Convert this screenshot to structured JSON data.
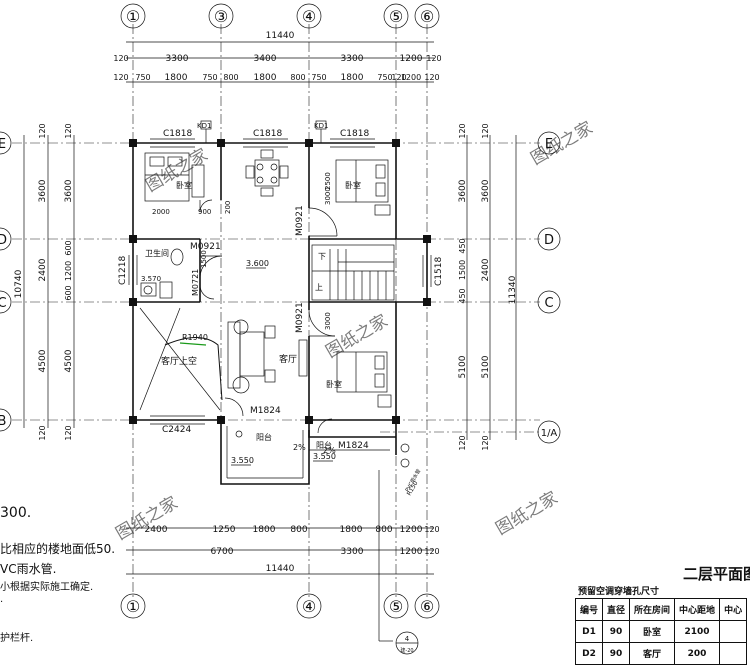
{
  "axes": {
    "top": [
      "①",
      "③",
      "④",
      "⑤",
      "⑥"
    ],
    "bottom": [
      "①",
      "④",
      "⑤",
      "⑥"
    ],
    "left": [
      "E",
      "D",
      "C",
      "B"
    ],
    "right": [
      "E",
      "D",
      "C",
      "1/A"
    ]
  },
  "top_dims": {
    "overall": "11440",
    "row1": [
      "120",
      "3300",
      "3400",
      "3300",
      "1200",
      "120"
    ],
    "row2": [
      "120",
      "750",
      "1800",
      "750",
      "800",
      "1800",
      "800",
      "750",
      "1800",
      "750",
      "120",
      "1200",
      "120"
    ]
  },
  "bottom_dims": {
    "overall": "11440",
    "row1": [
      "2400",
      "1250",
      "1800",
      "800",
      "1800",
      "800",
      "1200",
      "120"
    ],
    "row2": [
      "6700",
      "3300",
      "1200",
      "120"
    ]
  },
  "left_dims": {
    "overall": "10740",
    "outer": [
      "120",
      "3600",
      "2400",
      "4500",
      "120"
    ],
    "inner": [
      "120",
      "3600",
      "600",
      "1200",
      "600",
      "4500",
      "120"
    ]
  },
  "right_dims": {
    "overall": "11340",
    "outer": [
      "120",
      "3600",
      "2400",
      "5100",
      "120"
    ],
    "inner": [
      "120",
      "3600",
      "450",
      "1500",
      "450",
      "5100",
      "120"
    ]
  },
  "windows": [
    "C1818",
    "C1818",
    "C1818",
    "C1218",
    "C1518",
    "C2424",
    "KD1",
    "KD1"
  ],
  "doors": [
    "M0921",
    "M0921",
    "M0921",
    "M0721",
    "M1824",
    "M1824"
  ],
  "rooms": {
    "bedroom": "卧室",
    "bathroom": "卫生间",
    "living": "客厅",
    "void": "客厅上空",
    "balcony": "阳台",
    "down": "下",
    "up": "上"
  },
  "dims_inside": [
    "2000",
    "900",
    "200",
    "2500",
    "3000",
    "3000",
    "1500"
  ],
  "levels": [
    "3.600",
    "3.570",
    "3.550",
    "3.550"
  ],
  "slopes": [
    "2%",
    "2%"
  ],
  "labels": {
    "r1940": "R1940",
    "r150": "R150",
    "downpipe": "PVC雨水管",
    "detail_num": "4",
    "detail_ref": "建-20"
  },
  "notes": [
    "300.",
    "比相应的楼地面低50.",
    "VC雨水管.",
    "小根据实际施工确定.",
    ".",
    "护栏杆."
  ],
  "plan_title": "二层平面图",
  "table_title": "预留空调穿墙孔尺寸",
  "table": {
    "headers": [
      "编号",
      "直径",
      "所在房间",
      "中心距地",
      "中心"
    ],
    "rows": [
      [
        "D1",
        "90",
        "卧室",
        "2100",
        ""
      ],
      [
        "D2",
        "90",
        "客厅",
        "200",
        ""
      ]
    ]
  },
  "watermark": "图纸之家"
}
